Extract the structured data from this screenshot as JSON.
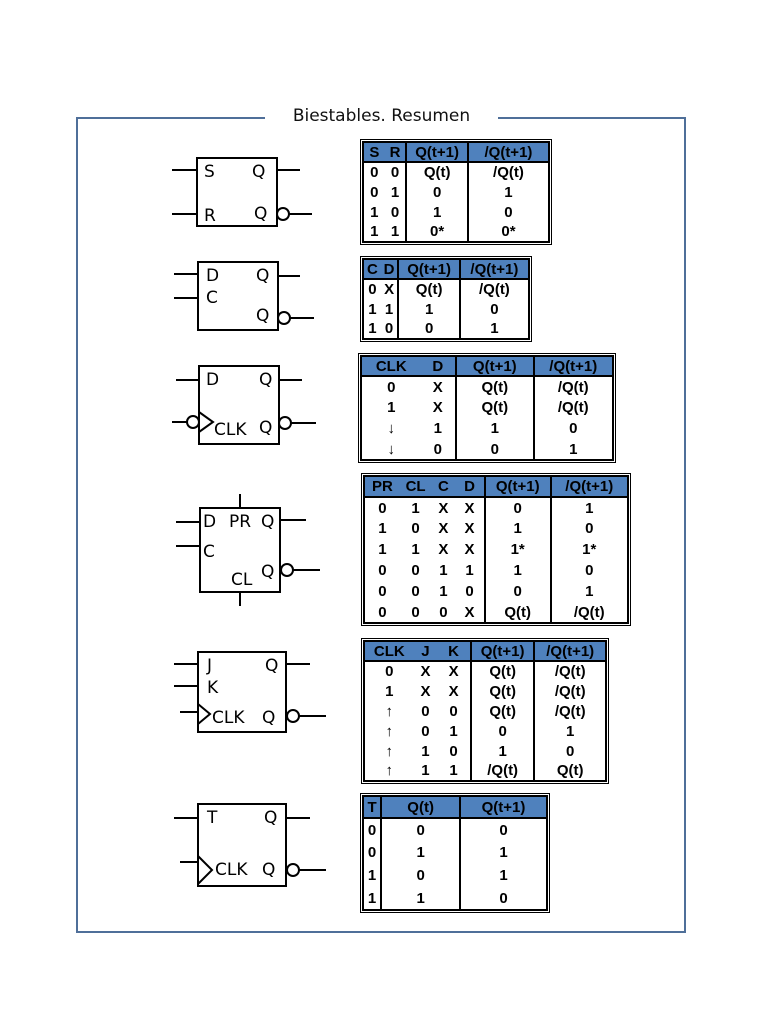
{
  "title": "Biestables. Resumen",
  "colors": {
    "header_fill": "#4f81bd",
    "frame": "#4f6f99"
  },
  "symbols": {
    "sr": {
      "s": "S",
      "r": "R",
      "q": "Q",
      "qn": "Q"
    },
    "dlatch": {
      "d": "D",
      "c": "C",
      "q": "Q",
      "qn": "Q"
    },
    "dff": {
      "d": "D",
      "clk": "CLK",
      "q": "Q",
      "qn": "Q"
    },
    "dprcl": {
      "d": "D",
      "pr": "PR",
      "c": "C",
      "cl": "CL",
      "q": "Q",
      "qn": "Q"
    },
    "jk": {
      "j": "J",
      "k": "K",
      "clk": "CLK",
      "q": "Q",
      "qn": "Q"
    },
    "t": {
      "t": "T",
      "clk": "CLK",
      "q": "Q",
      "qn": "Q"
    }
  },
  "tables": {
    "sr": {
      "headers": [
        "S",
        "R",
        "Q(t+1)",
        "/Q(t+1)"
      ],
      "rows": [
        [
          "0",
          "0",
          "Q(t)",
          "/Q(t)"
        ],
        [
          "0",
          "1",
          "0",
          "1"
        ],
        [
          "1",
          "0",
          "1",
          "0"
        ],
        [
          "1",
          "1",
          "0*",
          "0*"
        ]
      ]
    },
    "dlatch": {
      "headers": [
        "C",
        "D",
        "Q(t+1)",
        "/Q(t+1)"
      ],
      "rows": [
        [
          "0",
          "X",
          "Q(t)",
          "/Q(t)"
        ],
        [
          "1",
          "1",
          "1",
          "0"
        ],
        [
          "1",
          "0",
          "0",
          "1"
        ]
      ]
    },
    "dff": {
      "headers": [
        "CLK",
        "D",
        "Q(t+1)",
        "/Q(t+1)"
      ],
      "rows": [
        [
          "0",
          "X",
          "Q(t)",
          "/Q(t)"
        ],
        [
          "1",
          "X",
          "Q(t)",
          "/Q(t)"
        ],
        [
          "↓",
          "1",
          "1",
          "0"
        ],
        [
          "↓",
          "0",
          "0",
          "1"
        ]
      ]
    },
    "dprcl": {
      "headers": [
        "PR",
        "CL",
        "C",
        "D",
        "Q(t+1)",
        "/Q(t+1)"
      ],
      "rows": [
        [
          "0",
          "1",
          "X",
          "X",
          "0",
          "1"
        ],
        [
          "1",
          "0",
          "X",
          "X",
          "1",
          "0"
        ],
        [
          "1",
          "1",
          "X",
          "X",
          "1*",
          "1*"
        ],
        [
          "0",
          "0",
          "1",
          "1",
          "1",
          "0"
        ],
        [
          "0",
          "0",
          "1",
          "0",
          "0",
          "1"
        ],
        [
          "0",
          "0",
          "0",
          "X",
          "Q(t)",
          "/Q(t)"
        ]
      ]
    },
    "jk": {
      "headers": [
        "CLK",
        "J",
        "K",
        "Q(t+1)",
        "/Q(t+1)"
      ],
      "rows": [
        [
          "0",
          "X",
          "X",
          "Q(t)",
          "/Q(t)"
        ],
        [
          "1",
          "X",
          "X",
          "Q(t)",
          "/Q(t)"
        ],
        [
          "↑",
          "0",
          "0",
          "Q(t)",
          "/Q(t)"
        ],
        [
          "↑",
          "0",
          "1",
          "0",
          "1"
        ],
        [
          "↑",
          "1",
          "0",
          "1",
          "0"
        ],
        [
          "↑",
          "1",
          "1",
          "/Q(t)",
          "Q(t)"
        ]
      ]
    },
    "t": {
      "headers": [
        "T",
        "Q(t)",
        "Q(t+1)"
      ],
      "rows": [
        [
          "0",
          "0",
          "0"
        ],
        [
          "0",
          "1",
          "1"
        ],
        [
          "1",
          "0",
          "1"
        ],
        [
          "1",
          "1",
          "0"
        ]
      ]
    }
  }
}
